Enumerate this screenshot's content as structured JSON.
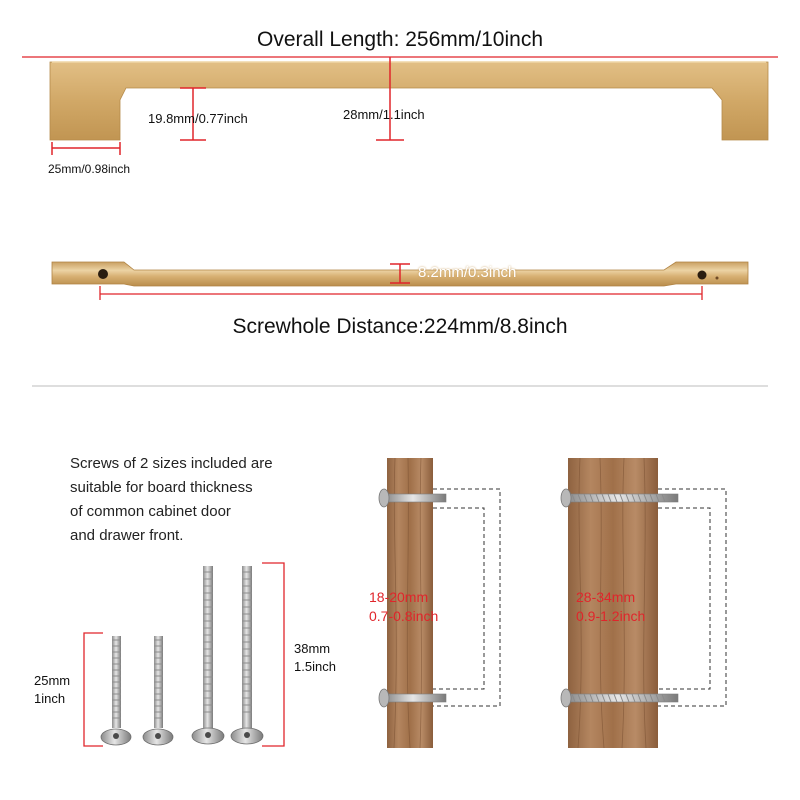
{
  "dimensions": {
    "overall_length": "Overall Length: 256mm/10inch",
    "inner_height": "19.8mm/0.77inch",
    "handle_height": "28mm/1.1inch",
    "leg_width": "25mm/0.98inch",
    "bar_thickness": "8.2mm/0.3inch",
    "screwhole_distance": "Screwhole Distance:224mm/8.8inch"
  },
  "screws": {
    "description": [
      "Screws of 2 sizes included are",
      "suitable for board thickness",
      "of common cabinet door",
      "and drawer front."
    ],
    "short": {
      "mm": "25mm",
      "inch": "1inch"
    },
    "long": {
      "mm": "38mm",
      "inch": "1.5inch"
    }
  },
  "boards": [
    {
      "mm": "18-20mm",
      "inch": "0.7-0.8inch"
    },
    {
      "mm": "28-34mm",
      "inch": "0.9-1.2inch"
    }
  ],
  "colors": {
    "gold": "#d1a867",
    "dimension_red": "#e0252b",
    "wood": "#a47650"
  }
}
